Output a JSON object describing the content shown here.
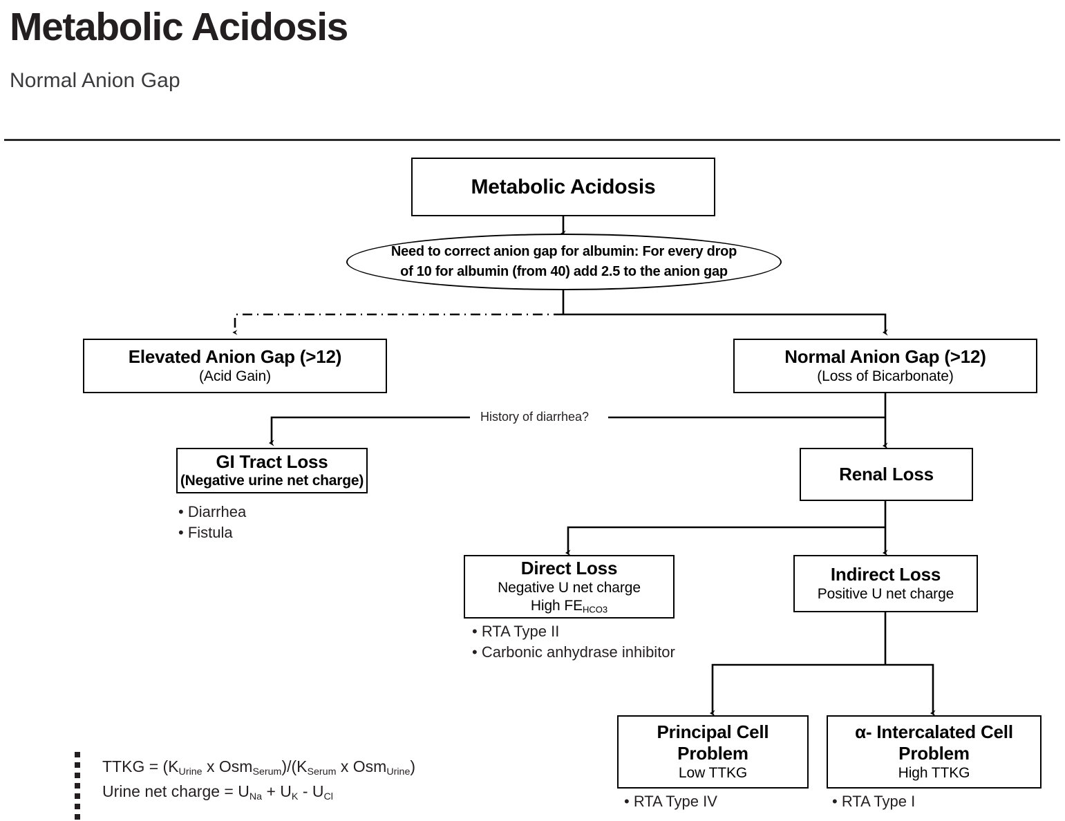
{
  "header": {
    "title": "Metabolic Acidosis",
    "subtitle": "Normal Anion Gap"
  },
  "flowchart": {
    "root": {
      "label": "Metabolic Acidosis"
    },
    "note": {
      "line1": "Need to correct anion gap for albumin: For every drop",
      "line2": "of 10 for albumin (from 40) add 2.5 to the anion gap"
    },
    "elevated_gap": {
      "title": "Elevated Anion Gap (>12)",
      "subtitle": "(Acid Gain)"
    },
    "normal_gap": {
      "title": "Normal Anion Gap (>12)",
      "subtitle": "(Loss of Bicarbonate)"
    },
    "edge_label_diarrhea": "History of diarrhea?",
    "gi_tract_loss": {
      "title": "GI Tract Loss",
      "subtitle": "(Negative urine net charge)",
      "bullets": [
        "• Diarrhea",
        "• Fistula"
      ]
    },
    "renal_loss": {
      "title": "Renal Loss"
    },
    "direct_loss": {
      "title": "Direct Loss",
      "subtitle1": "Negative U net charge",
      "subtitle2_prefix": "High FE",
      "subtitle2_sub": "HCO3",
      "bullets": [
        "• RTA Type II",
        "• Carbonic anhydrase inhibitor"
      ]
    },
    "indirect_loss": {
      "title": "Indirect Loss",
      "subtitle": "Positive U net charge"
    },
    "principal_cell": {
      "title_line1": "Principal Cell",
      "title_line2": "Problem",
      "subtitle": "Low TTKG",
      "bullets": [
        "• RTA Type IV"
      ]
    },
    "intercalated_cell": {
      "title_line1": "α- Intercalated Cell",
      "title_line2": "Problem",
      "subtitle": "High TTKG",
      "bullets": [
        "• RTA Type I"
      ]
    }
  },
  "footnote": {
    "ttkg": {
      "prefix": "TTKG = (K",
      "sub1": "Urine",
      "mid1": " x Osm",
      "sub2": "Serum",
      "mid2": ")/(K",
      "sub3": "Serum",
      "mid3": " x Osm",
      "sub4": "Urine",
      "suffix": ")"
    },
    "net_charge": {
      "prefix": "Urine net charge = U",
      "sub1": "Na",
      "mid1": " + U",
      "sub2": "K",
      "mid2": " - U",
      "sub3": "Cl"
    }
  },
  "colors": {
    "ink": "#231f20",
    "line": "#000000",
    "background": "#ffffff"
  }
}
